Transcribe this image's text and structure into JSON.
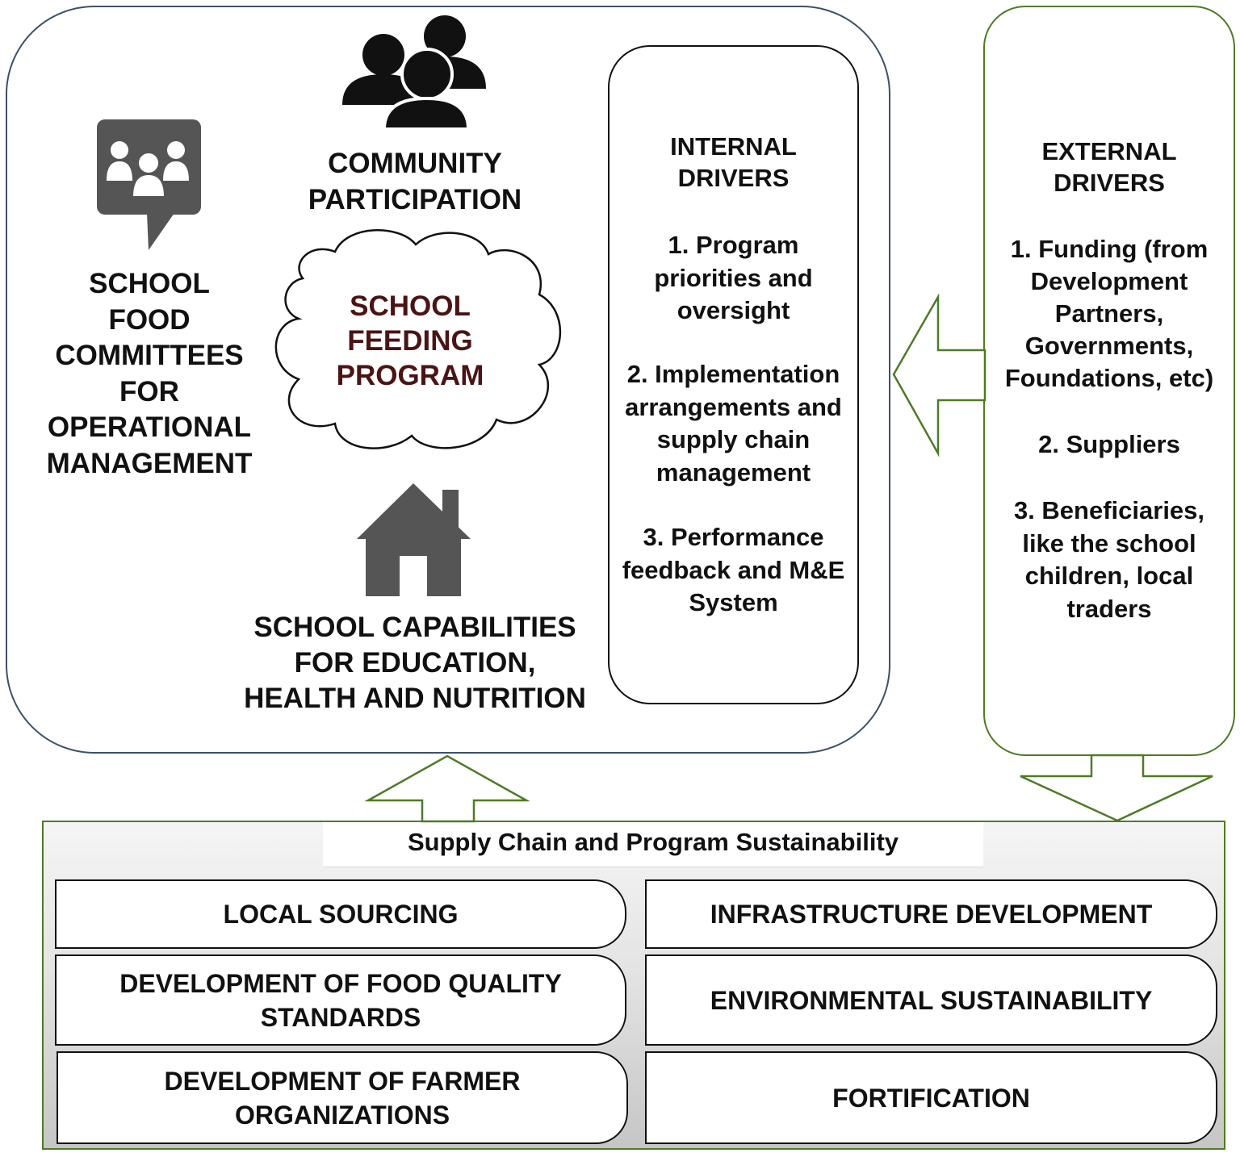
{
  "left_panel": {
    "committees_label": "SCHOOL\nFOOD\nCOMMITTEES\nFOR\nOPERATIONAL\nMANAGEMENT",
    "community_label": "COMMUNITY\nPARTICIPATION",
    "program_label": "SCHOOL\nFEEDING\nPROGRAM",
    "capabilities_label": "SCHOOL CAPABILITIES\nFOR EDUCATION,\nHEALTH AND NUTRITION"
  },
  "internal_drivers": {
    "title": "INTERNAL\nDRIVERS",
    "item1": "1. Program\npriorities and\noversight",
    "item2": "2. Implementation\narrangements and\nsupply chain\nmanagement",
    "item3": "3. Performance\nfeedback and M&E\nSystem"
  },
  "external_drivers": {
    "title": "EXTERNAL\nDRIVERS",
    "item1": "1. Funding (from\nDevelopment\nPartners,\nGovernments,\nFoundations, etc)",
    "item2": "2. Suppliers",
    "item3": "3. Beneficiaries,\nlike the school\nchildren, local\ntraders"
  },
  "sustainability": {
    "title": "Supply Chain and Program Sustainability",
    "items": [
      "LOCAL SOURCING",
      "INFRASTRUCTURE DEVELOPMENT",
      "DEVELOPMENT OF FOOD QUALITY\nSTANDARDS",
      "ENVIRONMENTAL SUSTAINABILITY",
      "DEVELOPMENT OF FARMER\nORGANIZATIONS",
      "FORTIFICATION"
    ]
  },
  "icons": {
    "committees": "group-speech-bubble-icon",
    "community": "people-group-icon",
    "program": "cloud-shape",
    "capabilities": "house-icon"
  },
  "colors": {
    "main_border": "#3e5069",
    "green_border": "#4f7a28",
    "program_text": "#4a1414",
    "icon_gray": "#555555",
    "icon_black": "#111111"
  }
}
